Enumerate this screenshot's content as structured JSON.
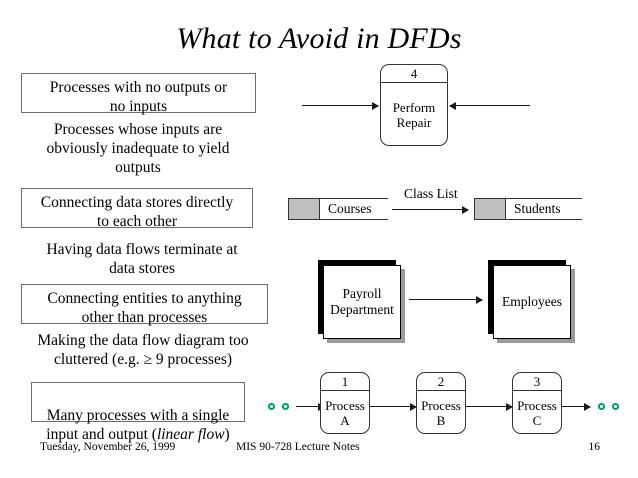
{
  "slide": {
    "title": "What to Avoid in DFDs",
    "bullets": [
      {
        "text": "Processes with no outputs or\nno inputs",
        "boxed": true
      },
      {
        "text": "Processes  whose inputs are\nobviously inadequate to yield\noutputs",
        "boxed": false
      },
      {
        "text": "Connecting data stores directly\nto each other",
        "boxed": true
      },
      {
        "text": "Having data flows terminate at\ndata stores",
        "boxed": false
      },
      {
        "text": "Connecting entities to anything\nother than processes",
        "boxed": true
      },
      {
        "text": "Making the data flow diagram too\ncluttered (e.g. ≥ 9 processes)",
        "boxed": false
      },
      {
        "text": "Many processes with a single\ninput and output (linear flow)",
        "boxed": true,
        "italic_tail": "linear flow"
      }
    ],
    "diagram": {
      "perform_repair": {
        "number": "4",
        "label": "Perform\nRepair"
      },
      "stores": [
        {
          "label": "Courses"
        },
        {
          "label": "Students"
        }
      ],
      "store_flow_label": "Class List",
      "entities": [
        {
          "label": "Payroll\nDepartment"
        },
        {
          "label": "Employees"
        }
      ],
      "processes": [
        {
          "number": "1",
          "label": "Process\nA"
        },
        {
          "number": "2",
          "label": "Process\nB"
        },
        {
          "number": "3",
          "label": "Process\nC"
        }
      ]
    },
    "footer": {
      "date": "Tuesday, November 26, 1999",
      "center": "MIS 90-728 Lecture Notes",
      "page": "16"
    },
    "colors": {
      "store_id_fill": "#c0c0c0",
      "dot_green": "#00a36b",
      "entity_shadow": "#000000",
      "line": "#1a1a1a"
    }
  }
}
